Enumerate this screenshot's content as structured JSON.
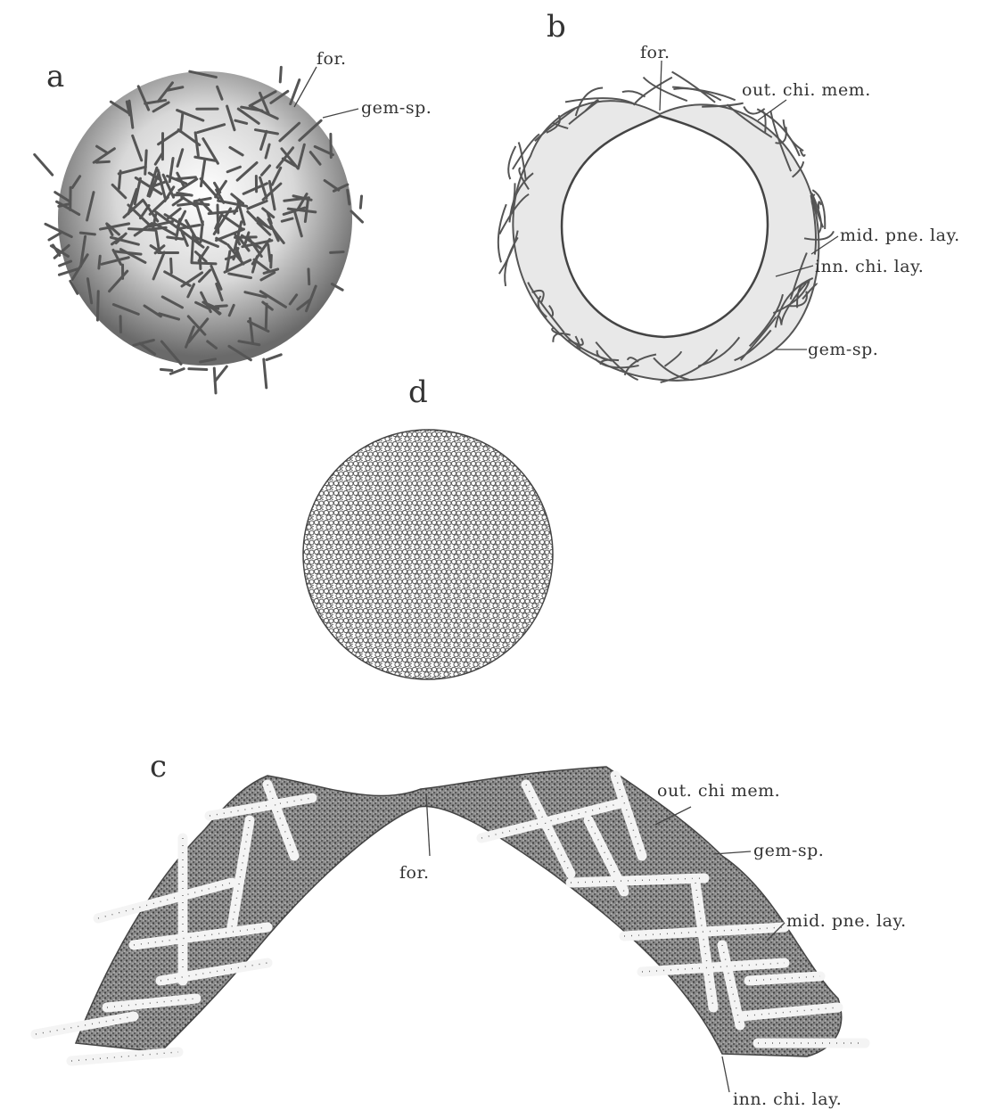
{
  "panels": {
    "a": {
      "letter": "a",
      "labels": {
        "foramen": "for.",
        "spicule": "gem-sp."
      }
    },
    "b": {
      "letter": "b",
      "labels": {
        "foramen": "for.",
        "outer_membrane": "out. chi. mem.",
        "middle_layer": "mid. pne. lay.",
        "inner_layer": "inn. chi. lay.",
        "spicule": "gem-sp."
      }
    },
    "c": {
      "letter": "c",
      "labels": {
        "outer_membrane": "out. chi mem.",
        "spicule": "gem-sp.",
        "foramen": "for.",
        "middle_layer": "mid. pne. lay.",
        "inner_layer": "inn. chi. lay."
      }
    },
    "d": {
      "letter": "d"
    }
  },
  "colors": {
    "ink": "#333333",
    "stipple": "#5a5a5a",
    "paper": "#ffffff"
  }
}
